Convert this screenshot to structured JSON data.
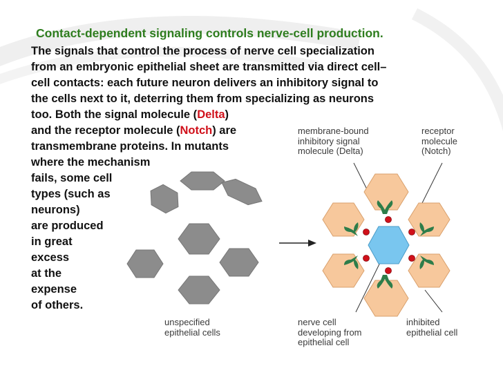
{
  "slide": {
    "title": "Contact-dependent signaling controls nerve-cell production.",
    "paragraph": {
      "line1": "The signals that control the process of nerve cell specialization",
      "line2": "from an embryonic epithelial sheet are transmitted via direct cell–",
      "line3": "cell contacts: each future neuron delivers an inhibitory signal to",
      "line4": "the cells next to it, deterring them from specializing as neurons",
      "line5_before": "too. Both the signal molecule (",
      "delta": "Delta",
      "line5_after": ")",
      "line6_before": "and the receptor molecule (",
      "notch": "Notch",
      "line6_after": ") are",
      "line7": "transmembrane proteins. In mutants",
      "line8": "where the mechanism",
      "line9": "fails, some cell",
      "line10": "types (such as",
      "line11": "neurons)",
      "line12": "are produced",
      "line13": "in great",
      "line14": "excess",
      "line15": "at the",
      "line16": "expense",
      "line17": "of others."
    },
    "highlight_color": "#d0101a",
    "title_color": "#2e7d1e"
  },
  "diagram": {
    "label_membrane_bound": [
      "membrane-bound",
      "inhibitory signal",
      "molecule (Delta)"
    ],
    "label_receptor": [
      "receptor",
      "molecule",
      "(Notch)"
    ],
    "label_unspecified": [
      "unspecified",
      "epithelial cells"
    ],
    "label_nerve_cell": [
      "nerve cell",
      "developing from",
      "epithelial cell"
    ],
    "label_inhibited": [
      "inhibited",
      "epithelial cell"
    ],
    "colors": {
      "unspecified_cell": "#8c8c8c",
      "inhibited_cell": "#f7c89c",
      "nerve_cell": "#79c6ef",
      "notch_receptor": "#2e7d4a",
      "delta_signal": "#d0101a"
    }
  }
}
